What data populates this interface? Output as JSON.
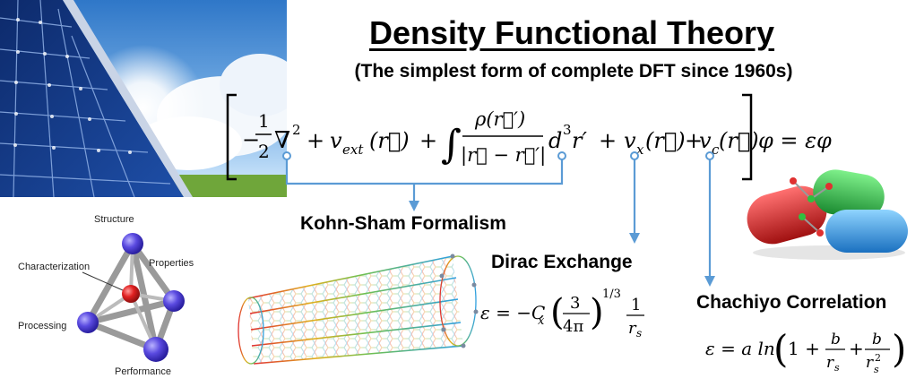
{
  "title": "Density Functional Theory",
  "subtitle": "(The simplest form of complete DFT since 1960s)",
  "equation": {
    "t_minus": "−",
    "t_half_num": "1",
    "t_half_den": "2",
    "t_nabla": "∇",
    "t_sq": "2",
    "t_plus1": "+",
    "t_vext": "v",
    "t_ext": "ext",
    "t_r1": "(r⃗)",
    "t_plus2": "+",
    "t_integral": "∫",
    "t_rho": "ρ(r⃗′)",
    "t_den": "|r⃗ − r⃗′|",
    "t_d3r": "d",
    "t_3": "3",
    "t_rprime": "r′",
    "t_plus3": "+",
    "t_vx": "v",
    "t_x": "x",
    "t_r2": "(r⃗)",
    "t_plus4": "+",
    "t_vc": "v",
    "t_c": "c",
    "t_r3": "(r⃗)",
    "t_rhs": "φ = εφ"
  },
  "labels": {
    "kohn_sham": "Kohn-Sham Formalism",
    "dirac": "Dirac Exchange",
    "chachiyo": "Chachiyo Correlation"
  },
  "dirac_formula": {
    "lhs": "ε = −C",
    "sub_x": "x",
    "frac_num": "3",
    "frac_den": "4π",
    "exp": "1/3",
    "one": "1",
    "r": "r",
    "s": "s"
  },
  "chachiyo_formula": {
    "lhs": "ε = a ln",
    "one_plus": "1 +",
    "b1": "b",
    "r1": "r",
    "s1": "s",
    "plus": "+",
    "b2": "b",
    "r2": "r",
    "s2": "s",
    "sq": "2"
  },
  "tetrahedron": {
    "structure": "Structure",
    "characterization": "Characterization",
    "properties": "Properties",
    "processing": "Processing",
    "performance": "Performance"
  },
  "colors": {
    "arrow": "#5b9bd5",
    "node": "#5a4ae0",
    "center_node": "#e02020"
  }
}
